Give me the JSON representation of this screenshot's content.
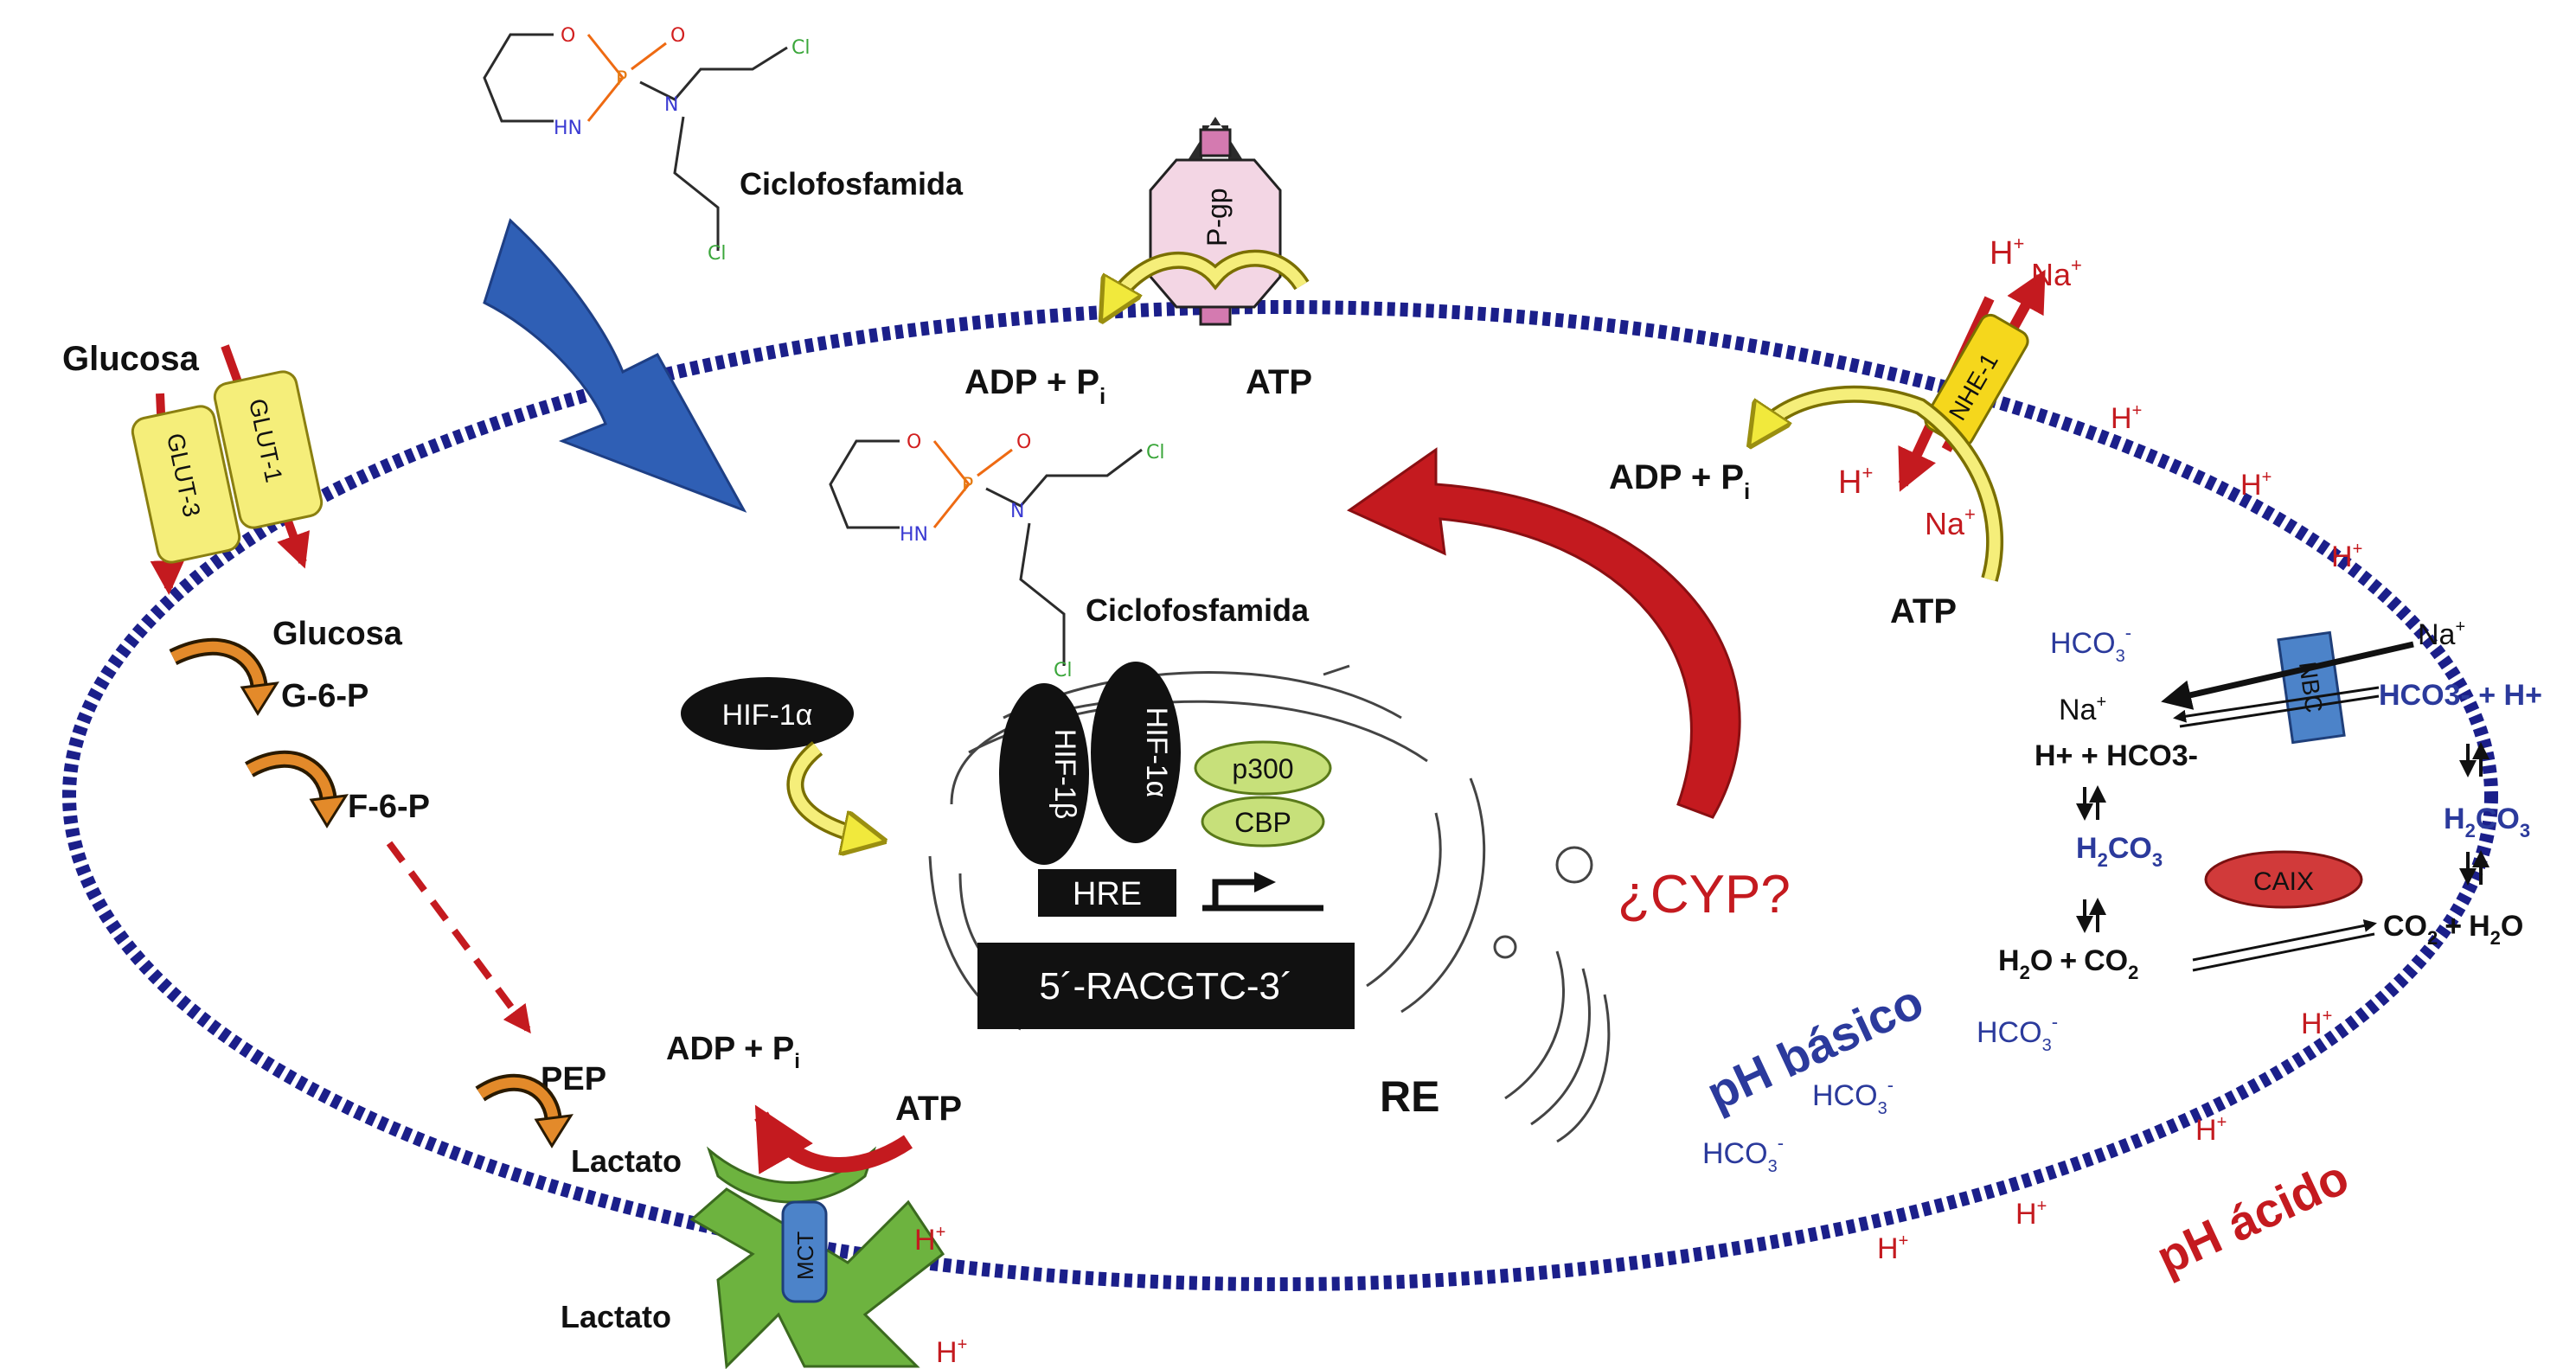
{
  "drug": {
    "name_top": "Ciclofosfamida",
    "name_mid": "Ciclofosfamida",
    "atoms": {
      "o_ring": "O",
      "p": "P",
      "o_dbl": "O",
      "nh": "HN",
      "n": "N",
      "cl": "Cl"
    }
  },
  "glucose_uptake": {
    "outside": "Glucosa",
    "transporters": [
      "GLUT-3",
      "GLUT-1"
    ],
    "pathway": [
      "Glucosa",
      "G-6-P",
      "F-6-P",
      "PEP"
    ]
  },
  "pgp": {
    "label": "P-gp",
    "adp": "ADP + P",
    "sub_i": "i",
    "atp": "ATP"
  },
  "nhe": {
    "label": "NHE-1",
    "h_out": "H",
    "na_out": "Na",
    "h_in": "H",
    "na_in": "Na",
    "adp": "ADP + P",
    "sub_i": "i",
    "atp": "ATP",
    "plus": "+"
  },
  "nucleus": {
    "hif1a_free": "HIF-1α",
    "hif1b": "HIF-1β",
    "hif1a": "HIF-1α",
    "p300": "p300",
    "cbp": "CBP",
    "hre": "HRE",
    "sequence": "5´-RACGTC-3´",
    "er": "RE",
    "cyp": "¿CYP?"
  },
  "mct": {
    "label": "MCT",
    "lactate_in": "Lactato",
    "lactate_out": "Lactato",
    "adp": "ADP + P",
    "sub_i": "i",
    "atp": "ATP",
    "h": "H",
    "plus": "+"
  },
  "ph_exchange": {
    "nbc": "NBC",
    "caix": "CAIX",
    "hco3": "HCO",
    "sub3": "3",
    "minus": "-",
    "na": "Na",
    "h": "H",
    "h2co3_h2": "H",
    "h2co3_co": "CO",
    "co2": "CO",
    "sub2": "2",
    "h2o": "H",
    "h2o_o": "O",
    "plus": "+",
    "pair_hco3_h": "HCO3- + H+",
    "pair_h_hco3": "H+ + HCO3-"
  },
  "regions": {
    "ph_basic": "pH básico",
    "ph_acid": "pH ácido"
  },
  "colors": {
    "membrane": "#1b1f8a",
    "red_arrow": "#c41a1f",
    "blue_arrow": "#2f5fb5",
    "orange_arrow": "#e38a2a",
    "yellow": "#f5ee7a",
    "green": "#6db33f",
    "nbc_blue": "#4c83c9",
    "caix_red": "#d13a3a",
    "pgp_pink": "#f3d6e4"
  }
}
